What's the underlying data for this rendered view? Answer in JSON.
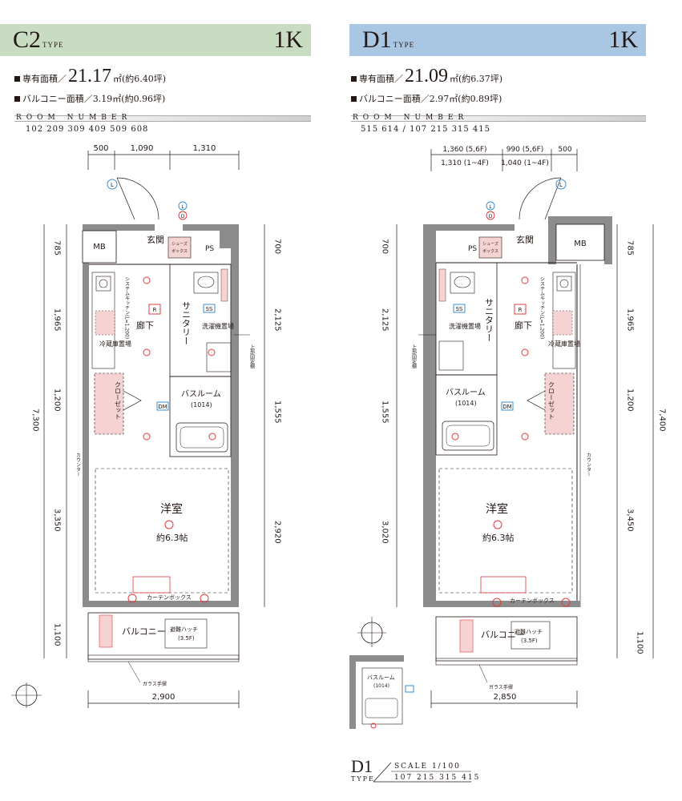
{
  "c2": {
    "type_name": "C2",
    "type_suffix": "TYPE",
    "plan": "1K",
    "header_color": "#c7dcc0",
    "area_label": "専有面積／",
    "area_value": "21.17",
    "area_unit": "㎡(約6.40坪)",
    "balcony_text": "バルコニー面積／3.19㎡(約0.96坪)",
    "room_number_title": "ROOM NUMBER",
    "room_numbers": "102 209 309 409 509 608",
    "dims_top": [
      "500",
      "1,090",
      "1,310"
    ],
    "dims_bottom": "2,900",
    "dims_left": [
      "785",
      "1,965",
      "1,200",
      "3,350",
      "1,100"
    ],
    "dims_left_total": "7,300",
    "dims_right": [
      "700",
      "2,125",
      "1,555",
      "2,920"
    ],
    "rooms": {
      "entrance": "玄関",
      "shoe_box": "シューズボックス",
      "ps": "PS",
      "mb": "MB",
      "sanitary": "サニタリー",
      "corridor": "廊下",
      "washer": "洗濯機置場",
      "fridge": "冷蔵庫置場",
      "kitchen": "システムキッチン(L=1,200)",
      "closet": "クローゼット",
      "bath": "バスルーム",
      "bath_size": "(1014)",
      "western": "洋室",
      "western_size": "約6.3帖",
      "curtain": "カーテンボックス",
      "balcony": "バルコニー",
      "hatch": "避難ハッチ",
      "hatch_floor": "(3.5F)",
      "glass": "ガラス手摺",
      "upper_shelf": "上部固定棚",
      "counter": "カウンター"
    }
  },
  "d1": {
    "type_name": "D1",
    "type_suffix": "TYPE",
    "plan": "1K",
    "header_color": "#a9c7e2",
    "area_label": "専有面積／",
    "area_value": "21.09",
    "area_unit": "㎡(約6.37坪)",
    "balcony_text": "バルコニー面積／2.97㎡(約0.89坪)",
    "room_number_title": "ROOM NUMBER",
    "room_numbers": "515 614 / 107 215 315 415",
    "dims_top_row1": [
      "1,360 (5,6F)",
      "990 (5,6F)",
      "500"
    ],
    "dims_top_row2": [
      "1,310 (1~4F)",
      "1,040 (1~4F)"
    ],
    "dims_bottom": "2,850",
    "dims_left": [
      "700",
      "2,125",
      "1,555",
      "3,020"
    ],
    "dims_right": [
      "785",
      "1,965",
      "1,200",
      "3,450",
      "1,100"
    ],
    "dims_right_total": "7,400",
    "rooms": {
      "entrance": "玄関",
      "shoe_box": "シューズボックス",
      "ps": "PS",
      "mb": "MB",
      "sanitary": "サニタリー",
      "corridor": "廊下",
      "washer": "洗濯機置場",
      "fridge": "冷蔵庫置場",
      "kitchen": "システムキッチン(L=1,200)",
      "closet": "クローゼット",
      "bath": "バスルーム",
      "bath_size": "(1014)",
      "western": "洋室",
      "western_size": "約6.3帖",
      "curtain": "カーテンボックス",
      "balcony": "バルコニー",
      "hatch": "避難ハッチ",
      "hatch_floor": "(3.5F)",
      "glass": "ガラス手摺",
      "upper_shelf": "上部固定棚",
      "counter": "カウンター"
    }
  },
  "footer": {
    "type_name": "D1",
    "type_suffix": "TYPE",
    "scale": "SCALE 1/100",
    "numbers": "107 215 315 415"
  },
  "colors": {
    "wall": "#8c8c8c",
    "mark_red": "#e4393c",
    "mark_blue": "#3a8fd1",
    "pink": "#f6d3d3"
  }
}
